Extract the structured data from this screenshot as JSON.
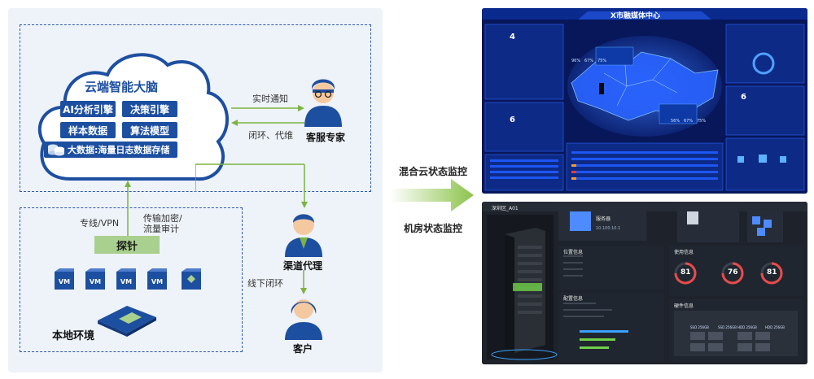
{
  "cloud": {
    "title": "云端智能大脑",
    "engines": [
      "AI分析引擎",
      "决策引擎",
      "样本数据",
      "算法模型"
    ],
    "storage": "大数据:海量日志数据存储"
  },
  "arrows": {
    "notify": "实时通知",
    "closed_loop": "闭环、代维",
    "line_vpn": "专线/VPN",
    "encrypt_line1": "传输加密/",
    "encrypt_line2": "流量审计",
    "offline": "线下闭环"
  },
  "roles": {
    "expert": "客服专家",
    "agent": "渠道代理",
    "customer": "客户"
  },
  "local": {
    "probe": "探针",
    "env": "本地环境",
    "vm_label": "VM",
    "vm_count": 4
  },
  "monitor": {
    "hybrid_cloud": "混合云状态监控",
    "room": "机房状态监控"
  },
  "screen_top": {
    "title": "X市融媒体中心",
    "big_numbers": [
      "4",
      "6",
      "6"
    ],
    "gauges": [
      "96%",
      "67%",
      "75%",
      "56%",
      "67%",
      "75%"
    ]
  },
  "screen_bottom": {
    "tag": "深圳区_A01",
    "service_title": "服务器",
    "ip": "10.100.10.1",
    "loc_title": "位置信息",
    "config_title": "配置信息",
    "usage_title": "使用信息",
    "hw_title": "硬件信息",
    "gauges": [
      "81",
      "76",
      "81"
    ],
    "disks": [
      "SSD 256GB",
      "SSD 256GB",
      "HDD 256GB",
      "HDD 256GB"
    ]
  },
  "colors": {
    "brand_blue": "#1d4fa1",
    "probe_green": "#a9d08e",
    "arrow_green": "#7cb342",
    "screen_dark": "#06123a"
  }
}
